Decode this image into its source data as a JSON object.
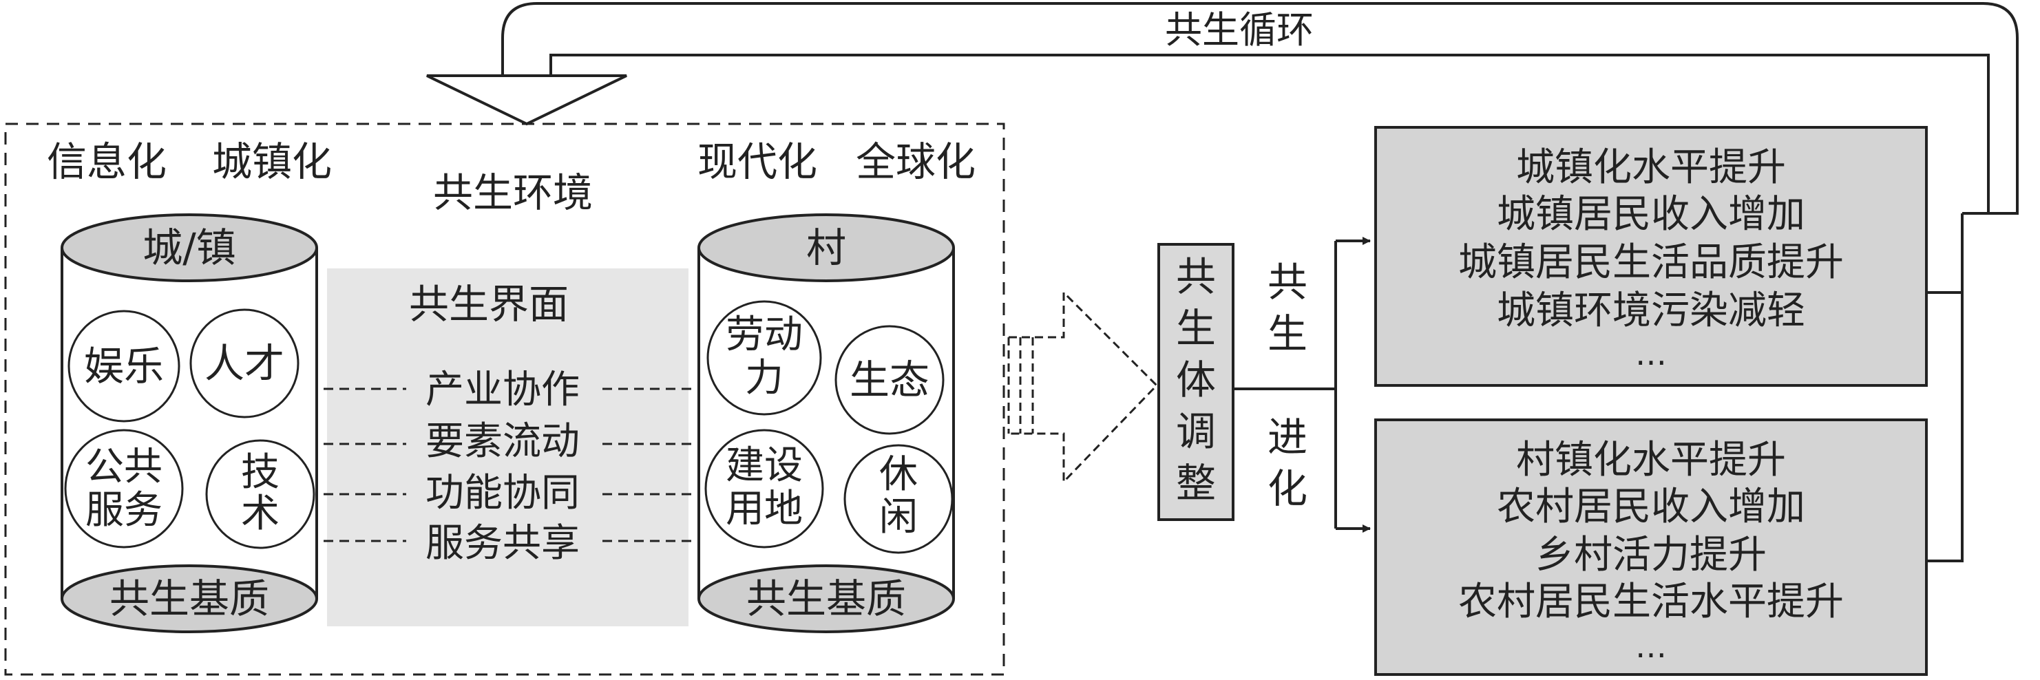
{
  "cycle_label": "共生循环",
  "environment": {
    "title": "共生环境",
    "left_drivers": [
      "信息化",
      "城镇化"
    ],
    "right_drivers": [
      "现代化",
      "全球化"
    ]
  },
  "interface": {
    "title": "共生界面",
    "items": [
      "产业协作",
      "要素流动",
      "功能协同",
      "服务共享"
    ]
  },
  "town": {
    "label": "城/镇",
    "base": "共生基质",
    "units": [
      [
        "娱乐"
      ],
      [
        "人才"
      ],
      [
        "公共",
        "服务"
      ],
      [
        "技",
        "术"
      ]
    ]
  },
  "village": {
    "label": "村",
    "base": "共生基质",
    "units": [
      [
        "劳动",
        "力"
      ],
      [
        "生态"
      ],
      [
        "建设",
        "用地"
      ],
      [
        "休",
        "闲"
      ]
    ]
  },
  "adjust_box": {
    "chars": [
      "共",
      "生",
      "体",
      "调",
      "整"
    ]
  },
  "branch_labels": {
    "upper": [
      "共",
      "生"
    ],
    "lower": [
      "进",
      "化"
    ]
  },
  "outcome_town": [
    "城镇化水平提升",
    "城镇居民收入增加",
    "城镇居民生活品质提升",
    "城镇环境污染减轻",
    "…"
  ],
  "outcome_village": [
    "村镇化水平提升",
    "农村居民收入增加",
    "乡村活力提升",
    "农村居民生活水平提升",
    "…"
  ]
}
